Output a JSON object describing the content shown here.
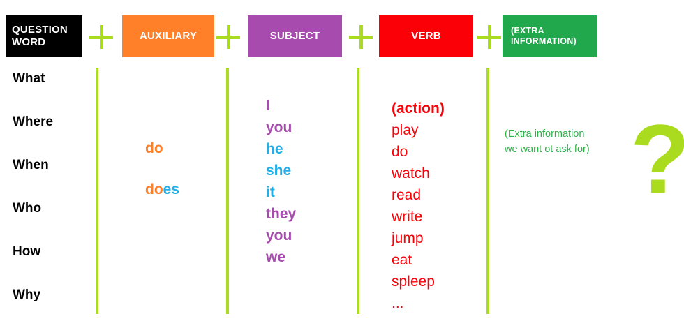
{
  "headers": [
    {
      "id": "question-word",
      "label": "QUESTION WORD",
      "color": "#000000"
    },
    {
      "id": "auxiliary",
      "label": "AUXILIARY",
      "color": "#ff8028"
    },
    {
      "id": "subject",
      "label": "SUBJECT",
      "color": "#a74baf"
    },
    {
      "id": "verb",
      "label": "VERB",
      "color": "#fb0007"
    },
    {
      "id": "extra",
      "label": "(EXTRA INFORMATION)",
      "color": "#22a84c"
    }
  ],
  "operators": {
    "plus": "+",
    "count": 4
  },
  "columns": {
    "question_words": {
      "items": [
        "What",
        "Where",
        "When",
        "Who",
        "How",
        "Why"
      ]
    },
    "auxiliary": {
      "items": [
        {
          "text": "do",
          "parts": [
            {
              "text": "do",
              "color": "#ff8028"
            }
          ]
        },
        {
          "text": "does",
          "parts": [
            {
              "text": "do",
              "color": "#ff8028"
            },
            {
              "text": "es",
              "color": "#22aee8"
            }
          ]
        }
      ]
    },
    "subject": {
      "items": [
        {
          "text": "I",
          "color": "#a74baf"
        },
        {
          "text": "you",
          "color": "#a74baf"
        },
        {
          "text": "he",
          "color": "#22aee8"
        },
        {
          "text": "she",
          "color": "#22aee8"
        },
        {
          "text": "it",
          "color": "#22aee8"
        },
        {
          "text": "they",
          "color": "#a74baf"
        },
        {
          "text": "you",
          "color": "#a74baf"
        },
        {
          "text": "we",
          "color": "#a74baf"
        }
      ]
    },
    "verb": {
      "items": [
        {
          "text": "(action)",
          "bold": true
        },
        {
          "text": "play",
          "bold": false
        },
        {
          "text": "do",
          "bold": false
        },
        {
          "text": "watch",
          "bold": false
        },
        {
          "text": "read",
          "bold": false
        },
        {
          "text": "write",
          "bold": false
        },
        {
          "text": "jump",
          "bold": false
        },
        {
          "text": "eat",
          "bold": false
        },
        {
          "text": "spleep",
          "bold": false
        },
        {
          "text": "...",
          "bold": false
        }
      ]
    },
    "extra_information": {
      "line1": "(Extra information",
      "line2": "we want ot ask for)"
    }
  },
  "question_mark": "?",
  "palette": {
    "lime": "#aadb1e",
    "orange": "#ff8028",
    "purple": "#a74baf",
    "red": "#fb0007",
    "green": "#22a84c",
    "blue": "#22aee8",
    "note_green": "#2db34a",
    "black": "#000000"
  }
}
